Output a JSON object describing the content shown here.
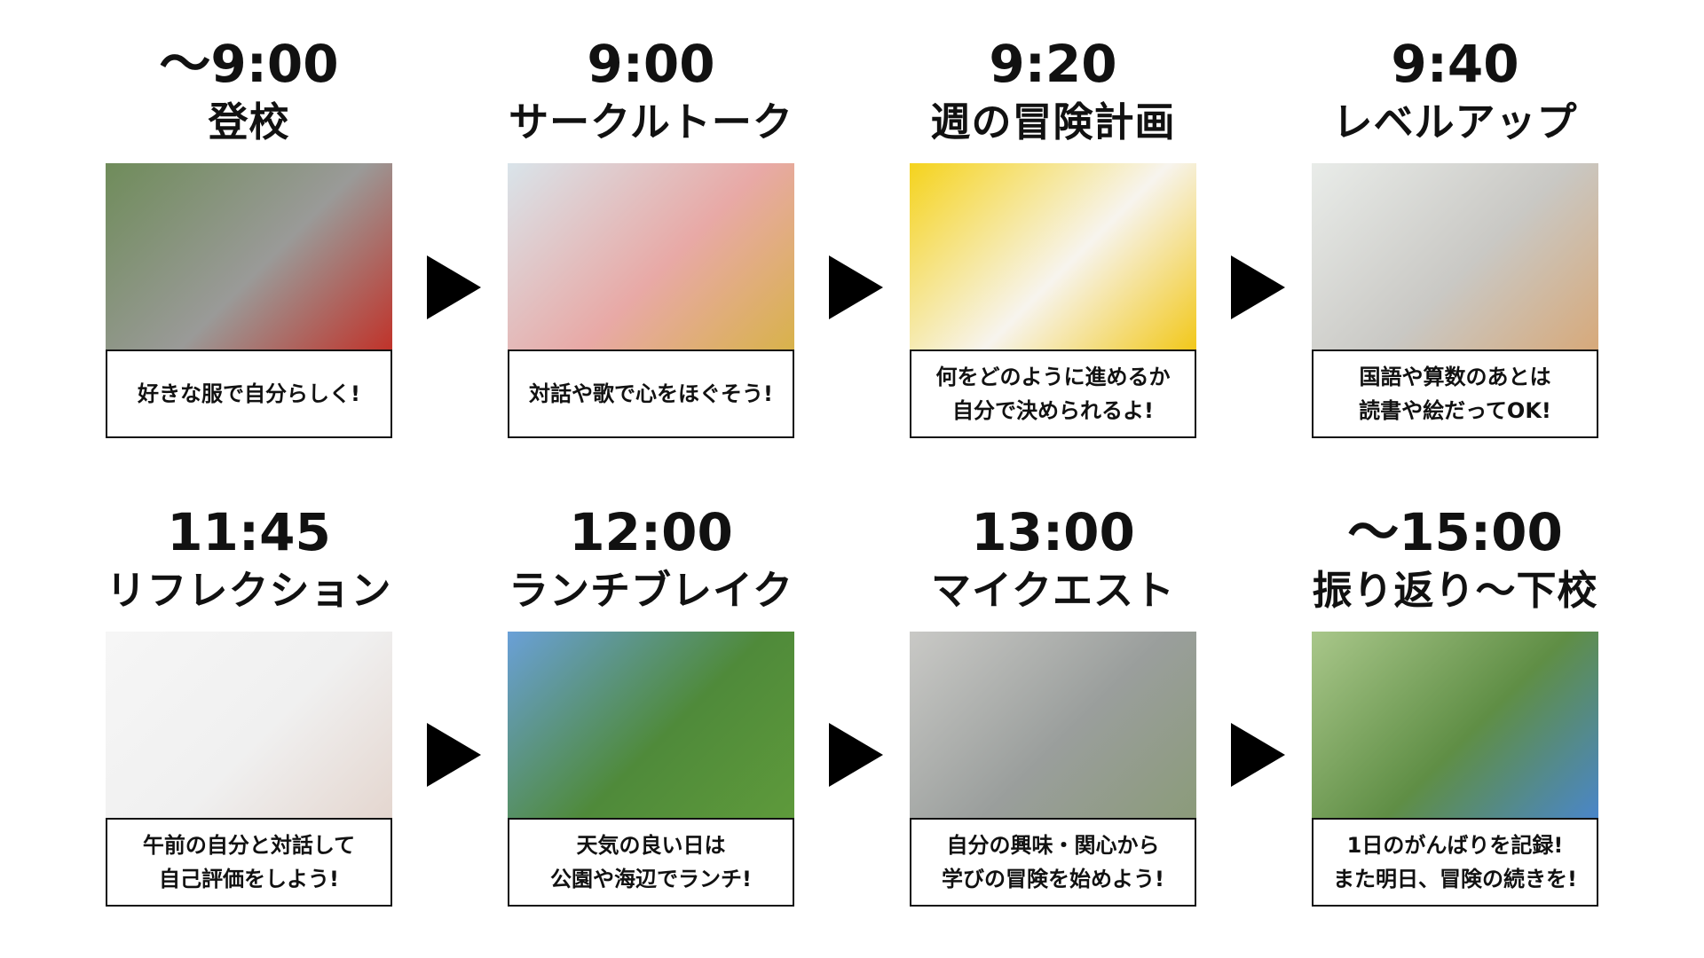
{
  "steps": [
    {
      "time": "〜9:00",
      "title": "登校",
      "caption": "好きな服で自分らしく!",
      "photo_colors": [
        "#6f8c5a",
        "#9a9a98",
        "#c0332a"
      ]
    },
    {
      "time": "9:00",
      "title": "サークルトーク",
      "caption": "対話や歌で心をほぐそう!",
      "photo_colors": [
        "#d9e4ea",
        "#e8a9a6",
        "#d8b24a"
      ]
    },
    {
      "time": "9:20",
      "title": "週の冒険計画",
      "caption": "何をどのように進めるか\n自分で決められるよ!",
      "photo_colors": [
        "#f5d31c",
        "#f7f4ee",
        "#f2c81a"
      ]
    },
    {
      "time": "9:40",
      "title": "レベルアップ",
      "caption": "国語や算数のあとは\n読書や絵だってOK!",
      "photo_colors": [
        "#e9ece9",
        "#c9c8c4",
        "#d7a97a"
      ]
    },
    {
      "time": "11:45",
      "title": "リフレクション",
      "caption": "午前の自分と対話して\n自己評価をしよう!",
      "photo_colors": [
        "#f6f6f6",
        "#f0f0f0",
        "#e4d6cf"
      ]
    },
    {
      "time": "12:00",
      "title": "ランチブレイク",
      "caption": "天気の良い日は\n公園や海辺でランチ!",
      "photo_colors": [
        "#6aa0d8",
        "#4f8a3a",
        "#5e9a3b"
      ]
    },
    {
      "time": "13:00",
      "title": "マイクエスト",
      "caption": "自分の興味・関心から\n学びの冒険を始めよう!",
      "photo_colors": [
        "#c9c9c6",
        "#9a9e9c",
        "#8b9b7a"
      ]
    },
    {
      "time": "〜15:00",
      "title": "振り返り〜下校",
      "caption": "1日のがんばりを記録!\nまた明日、冒険の続きを!",
      "photo_colors": [
        "#a9c78a",
        "#5f8e45",
        "#4a86c9"
      ]
    }
  ]
}
